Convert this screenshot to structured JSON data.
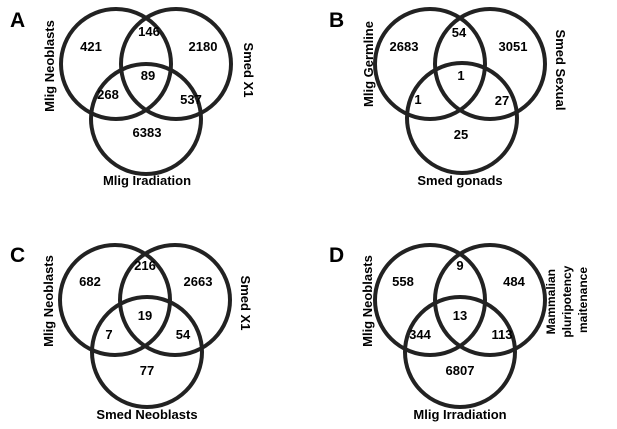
{
  "panels": [
    {
      "letter": "A",
      "sets": [
        "Mlig Neoblasts",
        "Smed X1",
        "Mlig Iradiation"
      ],
      "counts": {
        "only_1": "421",
        "only_2": "2180",
        "only_3": "6383",
        "s12": "146",
        "s13": "268",
        "s23": "537",
        "s123": "89"
      }
    },
    {
      "letter": "B",
      "sets": [
        "Mlig Germline",
        "Smed Sexual",
        "Smed gonads"
      ],
      "counts": {
        "only_1": "2683",
        "only_2": "3051",
        "only_3": "25",
        "s12": "54",
        "s13": "1",
        "s23": "27",
        "s123": "1"
      }
    },
    {
      "letter": "C",
      "sets": [
        "Mlig Neoblasts",
        "Smed X1",
        "Smed Neoblasts"
      ],
      "counts": {
        "only_1": "682",
        "only_2": "2663",
        "only_3": "77",
        "s12": "216",
        "s13": "7",
        "s23": "54",
        "s123": "19"
      }
    },
    {
      "letter": "D",
      "sets": [
        "Mlig Neoblasts",
        "Mammalian pluripotency maitenance",
        "Mlig Irradiation"
      ],
      "set2_lines": [
        "Mammalian",
        "pluripotency",
        "maitenance"
      ],
      "counts": {
        "only_1": "558",
        "only_2": "484",
        "only_3": "6807",
        "s12": "9",
        "s13": "344",
        "s23": "113",
        "s123": "13"
      }
    }
  ]
}
